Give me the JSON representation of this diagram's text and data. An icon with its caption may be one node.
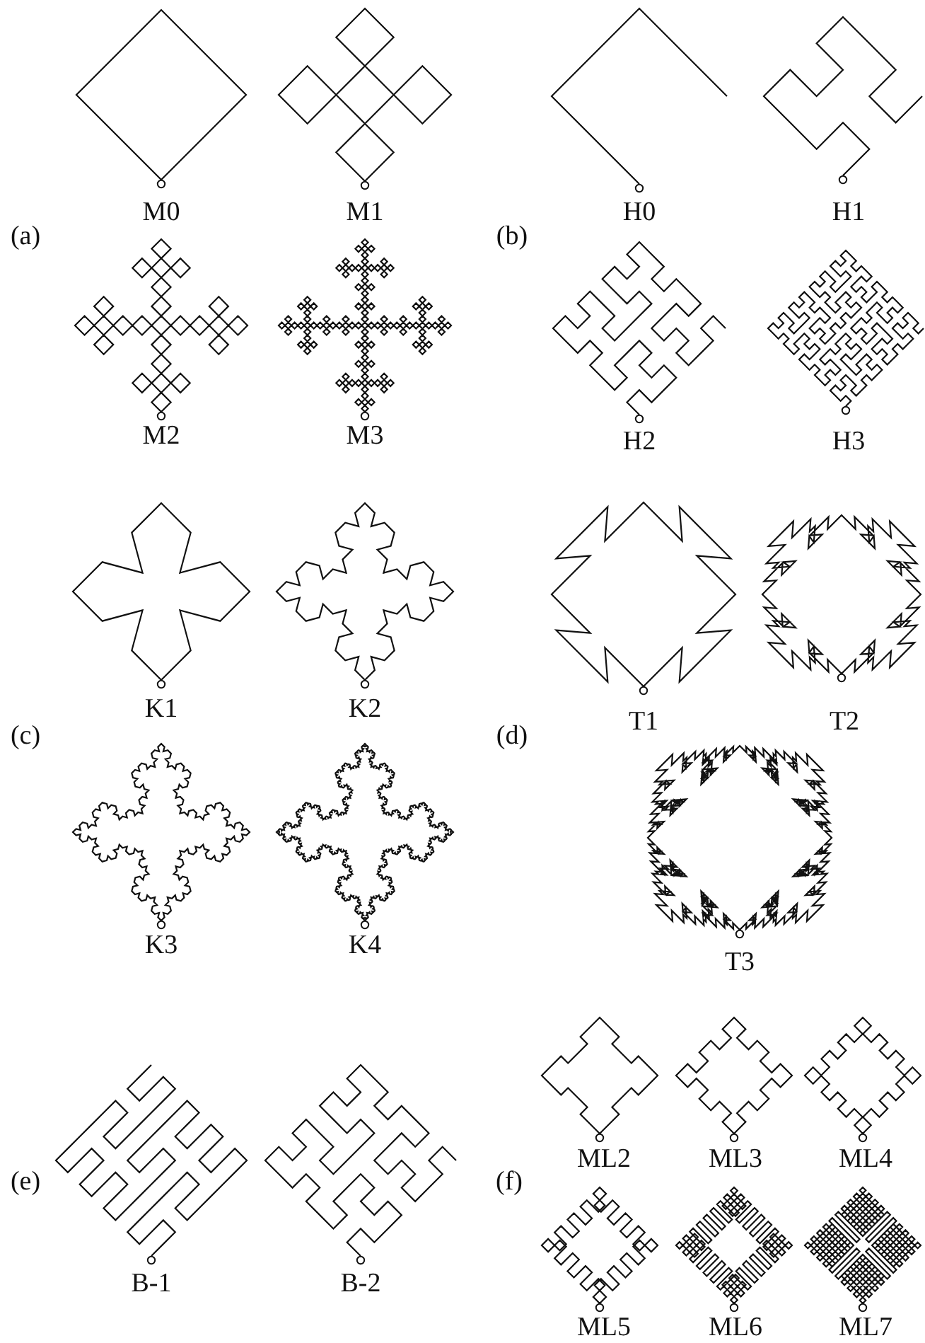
{
  "diagram": {
    "labels": [
      "M0",
      "M1",
      "H0",
      "H1",
      "(a)",
      "(b)",
      "M2",
      "M3",
      "H2",
      "H3",
      "K1",
      "K2",
      "T1",
      "T2",
      "(c)",
      "(d)",
      "K3",
      "K4",
      "T3",
      "ML2",
      "ML3",
      "ML4",
      "(e)",
      "(f)",
      "B-1",
      "B-2",
      "ML5",
      "ML6",
      "ML7"
    ]
  }
}
